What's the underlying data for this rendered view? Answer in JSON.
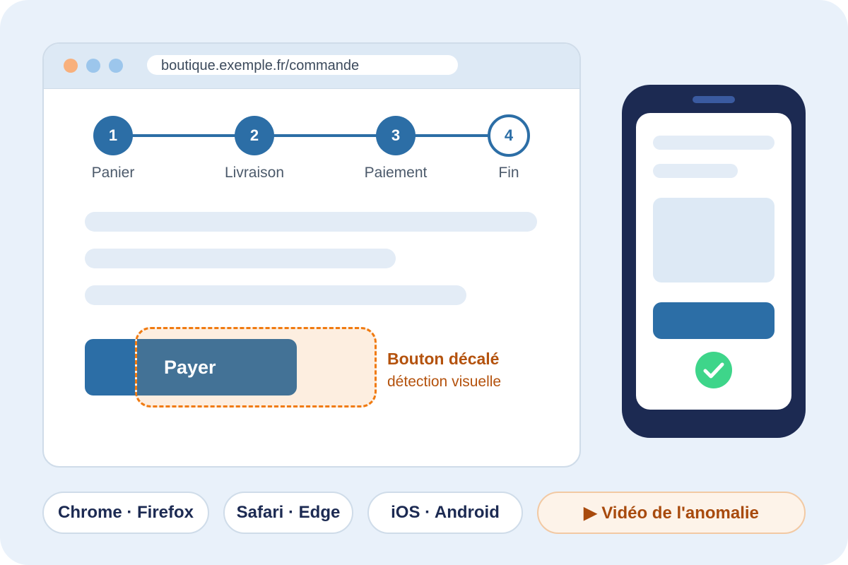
{
  "browser": {
    "url": "boutique.exemple.fr/commande",
    "window_dots": [
      "#f8b07c",
      "#9cc6ec",
      "#9cc6ec"
    ]
  },
  "stepper": {
    "steps": [
      {
        "number": "1",
        "label": "Panier",
        "state": "done"
      },
      {
        "number": "2",
        "label": "Livraison",
        "state": "done"
      },
      {
        "number": "3",
        "label": "Paiement",
        "state": "done"
      },
      {
        "number": "4",
        "label": "Fin",
        "state": "pending"
      }
    ]
  },
  "checkout": {
    "pay_label": "Payer",
    "annotation_title": "Bouton décalé",
    "annotation_subtitle": "détection visuelle"
  },
  "phone": {
    "status_icon": "check-circle-icon"
  },
  "chips": {
    "desktop_browsers": "Chrome · Firefox",
    "other_browsers": "Safari · Edge",
    "mobile": "iOS · Android",
    "video": "▶ Vidéo de l'anomalie"
  },
  "colors": {
    "accent": "#2c6ea6",
    "warning": "#f07a10",
    "success": "#3ed58a",
    "phone_body": "#1c2a52"
  }
}
